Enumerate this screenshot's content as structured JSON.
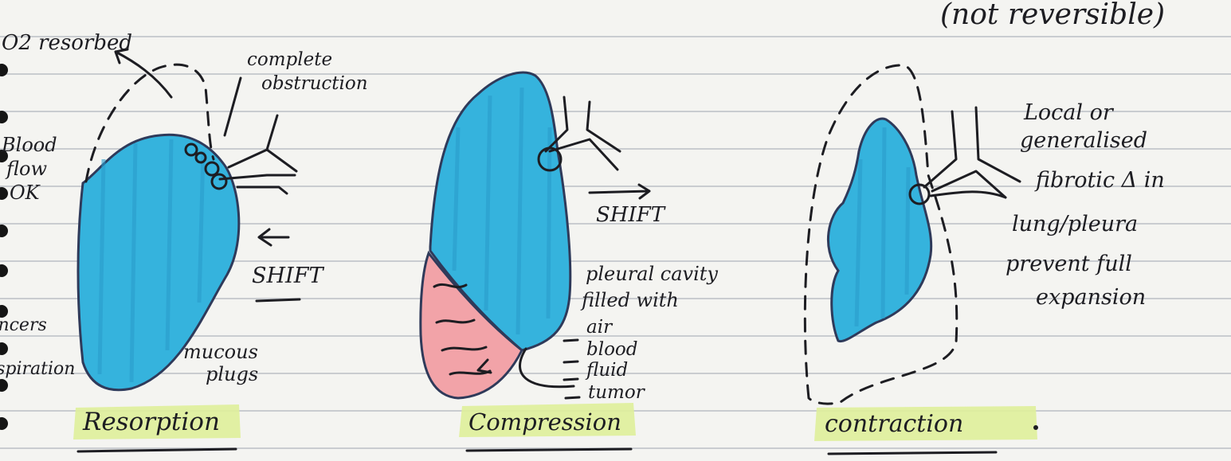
{
  "header": {
    "note": "(not reversible)"
  },
  "panels": {
    "resorption": {
      "title": "Resorption",
      "o2": "O2 resorbed",
      "obstruction": [
        "complete",
        "obstruction"
      ],
      "blood_flow": [
        "Blood",
        "flow",
        "OK"
      ],
      "shift": "SHIFT",
      "mucous": [
        "mucous",
        "plugs"
      ],
      "cancers": "cancers",
      "aspiration": "aspiration"
    },
    "compression": {
      "title": "Compression",
      "shift": "SHIFT",
      "pleural": [
        "pleural cavity",
        "filled with"
      ],
      "fillers": [
        "air",
        "blood",
        "fluid",
        "tumor"
      ]
    },
    "contraction": {
      "title": "contraction",
      "desc": [
        "Local or",
        "generalised",
        "fibrotic Δ in",
        "lung/pleura",
        "prevent full",
        "expansion"
      ]
    }
  },
  "colors": {
    "lung": "#35b3dd",
    "lung_dark": "#2a9ccc",
    "pleural": "#f2a3a8",
    "highlight": "#dfef9a",
    "ink": "#1d1d22"
  }
}
